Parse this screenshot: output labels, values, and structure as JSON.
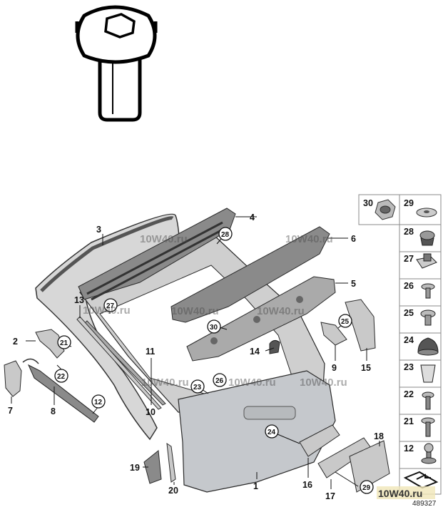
{
  "callouts": {
    "c1": "1",
    "c2": "2",
    "c3": "3",
    "c4": "4",
    "c5": "5",
    "c6": "6",
    "c7": "7",
    "c8": "8",
    "c9": "9",
    "c10": "10",
    "c11": "11",
    "c13": "13",
    "c14": "14",
    "c15": "15",
    "c16": "16",
    "c17": "17",
    "c18": "18",
    "c19": "19",
    "c20": "20"
  },
  "circles": {
    "k12": "12",
    "k21": "21",
    "k22": "22",
    "k23": "23",
    "k24": "24",
    "k25": "25",
    "k26": "26",
    "k27": "27",
    "k28": "28",
    "k29": "29",
    "k30": "30"
  },
  "legend": {
    "r30": "30",
    "r29": "29",
    "r28": "28",
    "r27": "27",
    "r26": "26",
    "r25": "25",
    "r24": "24",
    "r23": "23",
    "r22": "22",
    "r21": "21",
    "r12": "12"
  },
  "watermark": {
    "text": "10W40.ru"
  },
  "reference_number": "489327"
}
